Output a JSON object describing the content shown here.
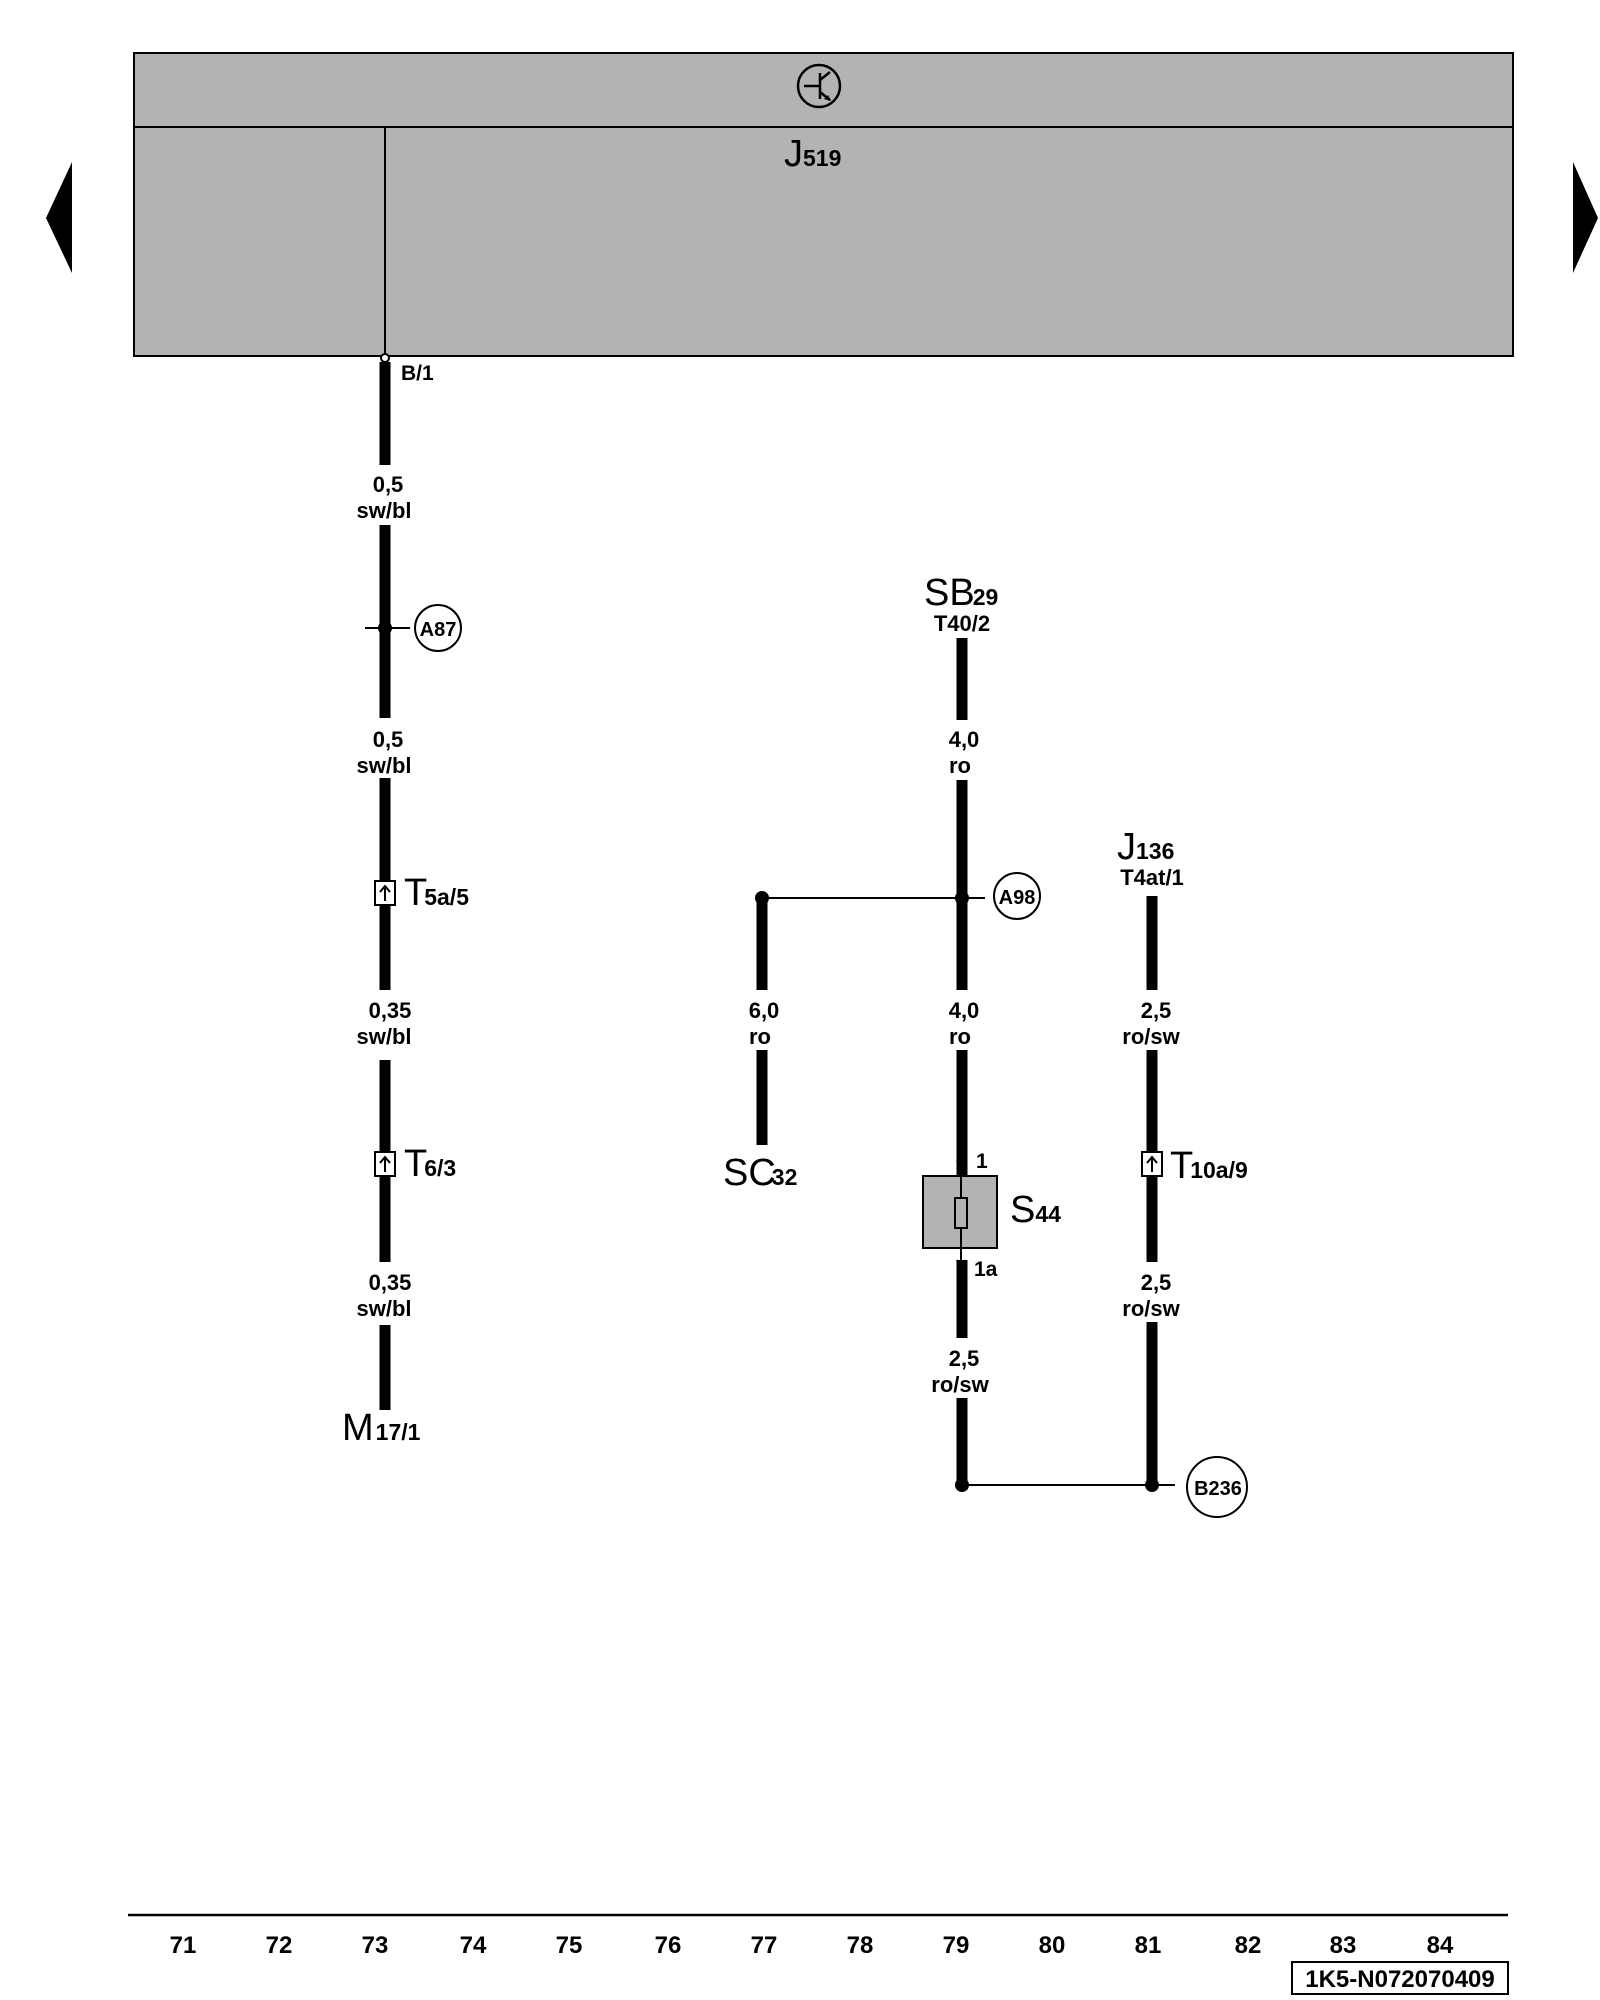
{
  "control_unit": {
    "name_main": "J",
    "name_sub": "519",
    "pin": "B/1"
  },
  "nav": {
    "prev_icon": "triangle-left-icon",
    "next_icon": "triangle-right-icon"
  },
  "components": {
    "m17": {
      "main": "M",
      "sub": "17/1"
    },
    "sb29": {
      "main": "SB",
      "sub": "29",
      "pin": "T40/2"
    },
    "sc32": {
      "main": "SC",
      "sub": "32"
    },
    "j136": {
      "main": "J",
      "sub": "136",
      "pin": "T4at/1"
    },
    "s44": {
      "main": "S",
      "sub": "44",
      "pin_top": "1",
      "pin_bottom": "1a"
    }
  },
  "connectors": {
    "t5a": {
      "main": "T",
      "sub": "5a/5"
    },
    "t6": {
      "main": "T",
      "sub": "6/3"
    },
    "t10a": {
      "main": "T",
      "sub": "10a/9"
    }
  },
  "connection_points": {
    "a87": "A87",
    "a98": "A98",
    "b236": "B236"
  },
  "wires": {
    "w73a": {
      "size": "0,5",
      "color": "sw/bl"
    },
    "w73b": {
      "size": "0,5",
      "color": "sw/bl"
    },
    "w73c": {
      "size": "0,35",
      "color": "sw/bl"
    },
    "w73d": {
      "size": "0,35",
      "color": "sw/bl"
    },
    "w77": {
      "size": "6,0",
      "color": "ro"
    },
    "w79a": {
      "size": "4,0",
      "color": "ro"
    },
    "w79b": {
      "size": "4,0",
      "color": "ro"
    },
    "w79c": {
      "size": "2,5",
      "color": "ro/sw"
    },
    "w81a": {
      "size": "2,5",
      "color": "ro/sw"
    },
    "w81b": {
      "size": "2,5",
      "color": "ro/sw"
    }
  },
  "columns": [
    "71",
    "72",
    "73",
    "74",
    "75",
    "76",
    "77",
    "78",
    "79",
    "80",
    "81",
    "82",
    "83",
    "84"
  ],
  "doc_id": "1K5-N072070409",
  "colors": {
    "unit_fill": "#b3b3b3",
    "wire": "#000000",
    "fuse_fill": "#b3b3b3"
  }
}
